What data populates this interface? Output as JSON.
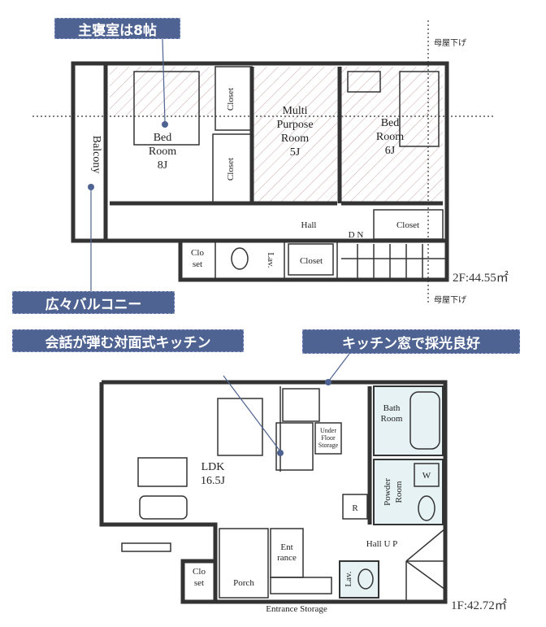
{
  "callouts": {
    "master_bedroom": "主寝室は8帖",
    "balcony": "広々バルコニー",
    "kitchen_talk": "会話が弾む対面式キッチン",
    "kitchen_window": "キッチン窓で採光良好"
  },
  "callout_color": "#4e6392",
  "floor2": {
    "area": "2F:44.55㎡",
    "roof_note": "母屋下げ",
    "rooms": {
      "balcony": "Balcony",
      "bed8_a": "Bed",
      "bed8_b": "Room",
      "bed8_c": "8J",
      "closet": "Closet",
      "multi_a": "Multi",
      "multi_b": "Purpose",
      "multi_c": "Room",
      "multi_d": "5J",
      "bed6_a": "Bed",
      "bed6_b": "Room",
      "bed6_c": "6J",
      "hall": "Hall",
      "dn": "D N",
      "clo_a": "Clo",
      "clo_b": "set",
      "lav": "Lav."
    }
  },
  "floor1": {
    "area": "1F:42.72㎡",
    "rooms": {
      "ldk_a": "LDK",
      "ldk_b": "16.5J",
      "under_a": "Under",
      "under_b": "Floor",
      "under_c": "Storage",
      "bath_a": "Bath",
      "bath_b": "Room",
      "powder_a": "Powder",
      "powder_b": "Room",
      "w": "W",
      "r": "R",
      "ent_a": "Ent",
      "ent_b": "rance",
      "hall_up": "Hall U P",
      "clo_a": "Clo",
      "clo_b": "set",
      "porch": "Porch",
      "lav": "Lav.",
      "entrance_storage": "Entrance Storage"
    }
  }
}
